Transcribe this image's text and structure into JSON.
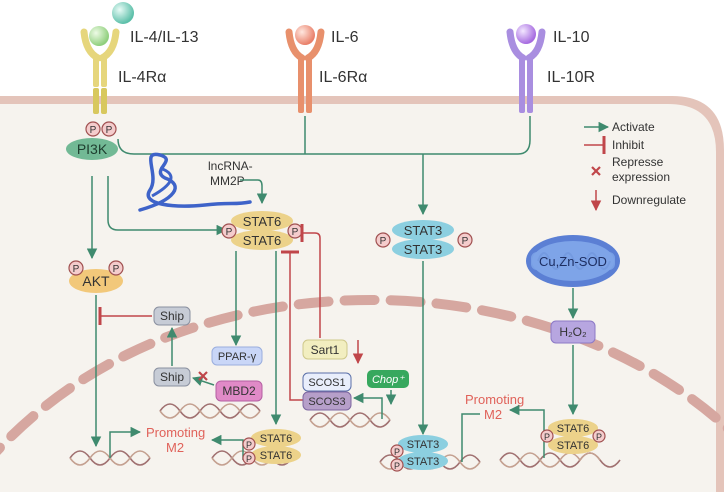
{
  "receptors": {
    "il4": {
      "ligand": "IL-4/IL-13",
      "receptor": "IL-4Rα"
    },
    "il6": {
      "ligand": "IL-6",
      "receptor": "IL-6Rα"
    },
    "il10": {
      "ligand": "IL-10",
      "receptor": "IL-10R"
    }
  },
  "phospho_label": "P",
  "nodes": {
    "pi3k": "PI3K",
    "akt": "AKT",
    "lncrna": "lncRNA-",
    "lncrna2": "MM2P",
    "stat6": "STAT6",
    "stat3": "STAT3",
    "sod_cu": "Cu,Zn-SOD",
    "h2o2": "H₂O₂",
    "ship": "Ship",
    "ppar": "PPAR-γ",
    "mbd2": "MBD2",
    "sart1": "Sart1",
    "scos1": "SCOS1",
    "scos3": "SCOS3",
    "chop": "Chop⁺"
  },
  "outcome": {
    "line1": "Promoting",
    "line2": "M2"
  },
  "legend": {
    "activate": "Activate",
    "inhibit": "Inhibit",
    "repress1": "Represse",
    "repress2": "expression",
    "down": "Downregulate"
  },
  "colors": {
    "activate": "#3f8a6e",
    "inhibit": "#c0464a",
    "membrane": "#e0c2b8",
    "cytoplasm": "#f6f3ee",
    "nucleus_dash": "#d8aaa3",
    "il4_receptor": "#e0d47a",
    "il6_receptor": "#e58f6a",
    "il10_receptor": "#a98ee0",
    "stat": "#ecd28a",
    "stat3": "#8ccfe0"
  }
}
